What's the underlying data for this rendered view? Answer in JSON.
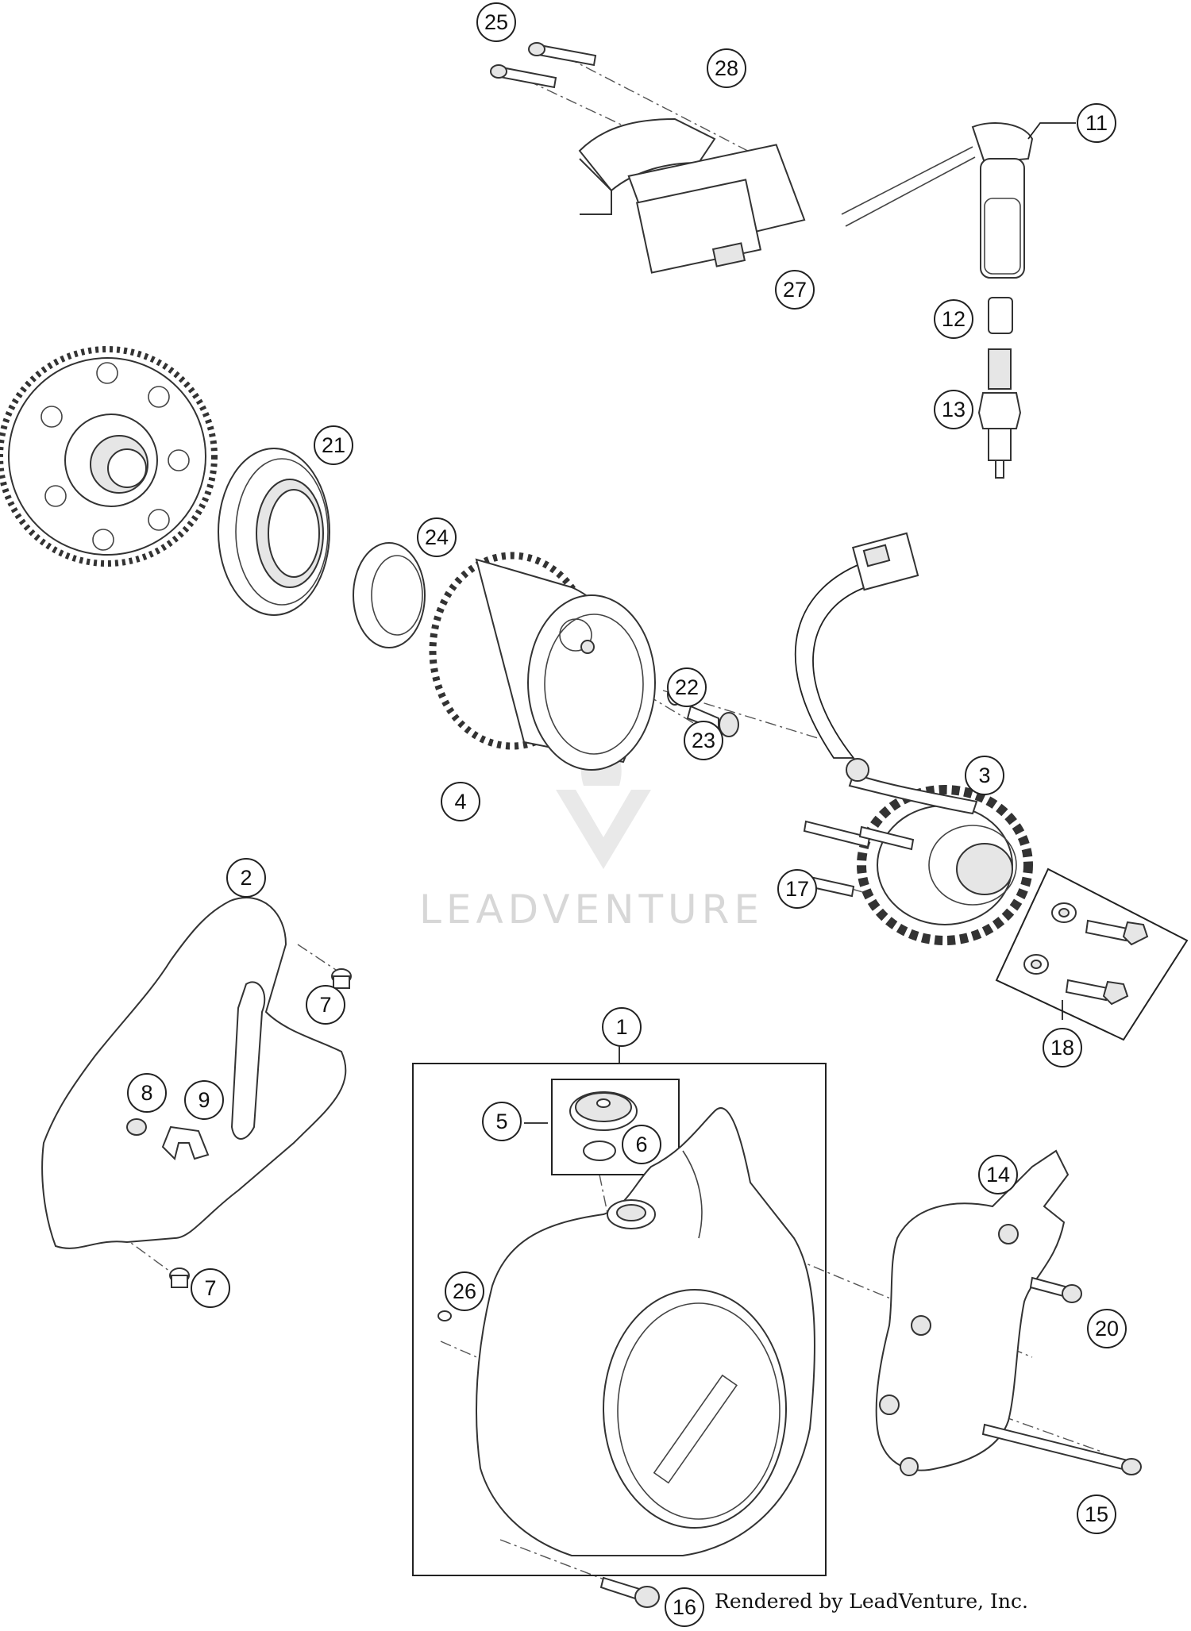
{
  "watermark": {
    "text": "LEADVENTURE"
  },
  "credit": "Rendered by LeadVenture, Inc.",
  "callouts": [
    {
      "id": "1",
      "label": "1"
    },
    {
      "id": "2",
      "label": "2"
    },
    {
      "id": "3",
      "label": "3"
    },
    {
      "id": "4",
      "label": "4"
    },
    {
      "id": "5",
      "label": "5"
    },
    {
      "id": "6",
      "label": "6"
    },
    {
      "id": "7a",
      "label": "7"
    },
    {
      "id": "7b",
      "label": "7"
    },
    {
      "id": "8",
      "label": "8"
    },
    {
      "id": "9",
      "label": "9"
    },
    {
      "id": "11",
      "label": "11"
    },
    {
      "id": "12",
      "label": "12"
    },
    {
      "id": "13",
      "label": "13"
    },
    {
      "id": "14",
      "label": "14"
    },
    {
      "id": "15",
      "label": "15"
    },
    {
      "id": "16",
      "label": "16"
    },
    {
      "id": "17",
      "label": "17"
    },
    {
      "id": "18",
      "label": "18"
    },
    {
      "id": "20",
      "label": "20"
    },
    {
      "id": "21",
      "label": "21"
    },
    {
      "id": "22",
      "label": "22"
    },
    {
      "id": "23",
      "label": "23"
    },
    {
      "id": "24",
      "label": "24"
    },
    {
      "id": "25",
      "label": "25"
    },
    {
      "id": "26",
      "label": "26"
    },
    {
      "id": "27",
      "label": "27"
    },
    {
      "id": "28",
      "label": "28"
    }
  ]
}
